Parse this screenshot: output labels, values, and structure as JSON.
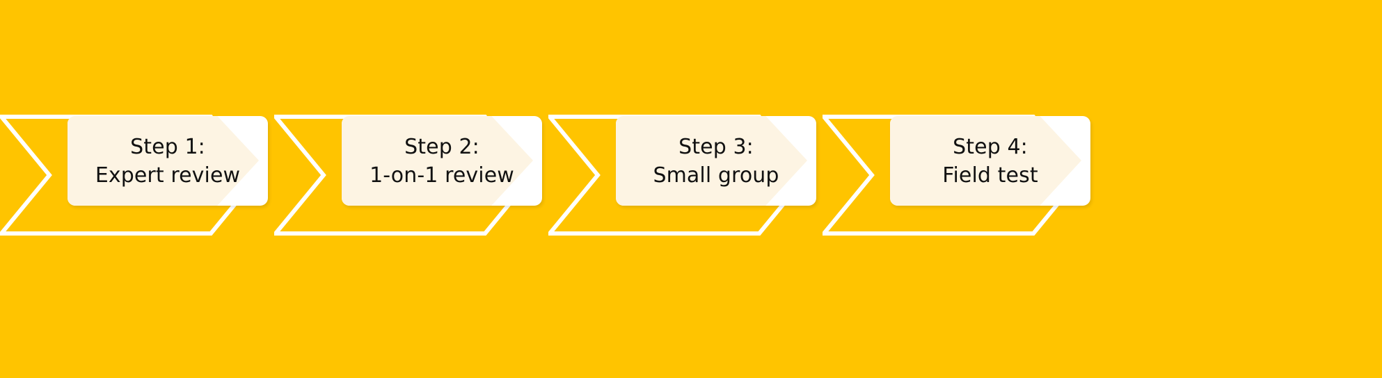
{
  "diagram": {
    "type": "process-chevron-flow",
    "orientation": "horizontal",
    "background_color": "#FFC400",
    "card_color": "#FFFFFF",
    "card_tint_color": "#FDF4E3",
    "chevron_stroke_color": "#FFFFFF",
    "text_color": "#111111",
    "steps": [
      {
        "id": "step-1",
        "title": "Step 1:",
        "subtitle": "Expert review"
      },
      {
        "id": "step-2",
        "title": "Step 2:",
        "subtitle": "1-on-1 review"
      },
      {
        "id": "step-3",
        "title": "Step 3:",
        "subtitle": "Small group"
      },
      {
        "id": "step-4",
        "title": "Step 4:",
        "subtitle": "Field test"
      }
    ]
  }
}
